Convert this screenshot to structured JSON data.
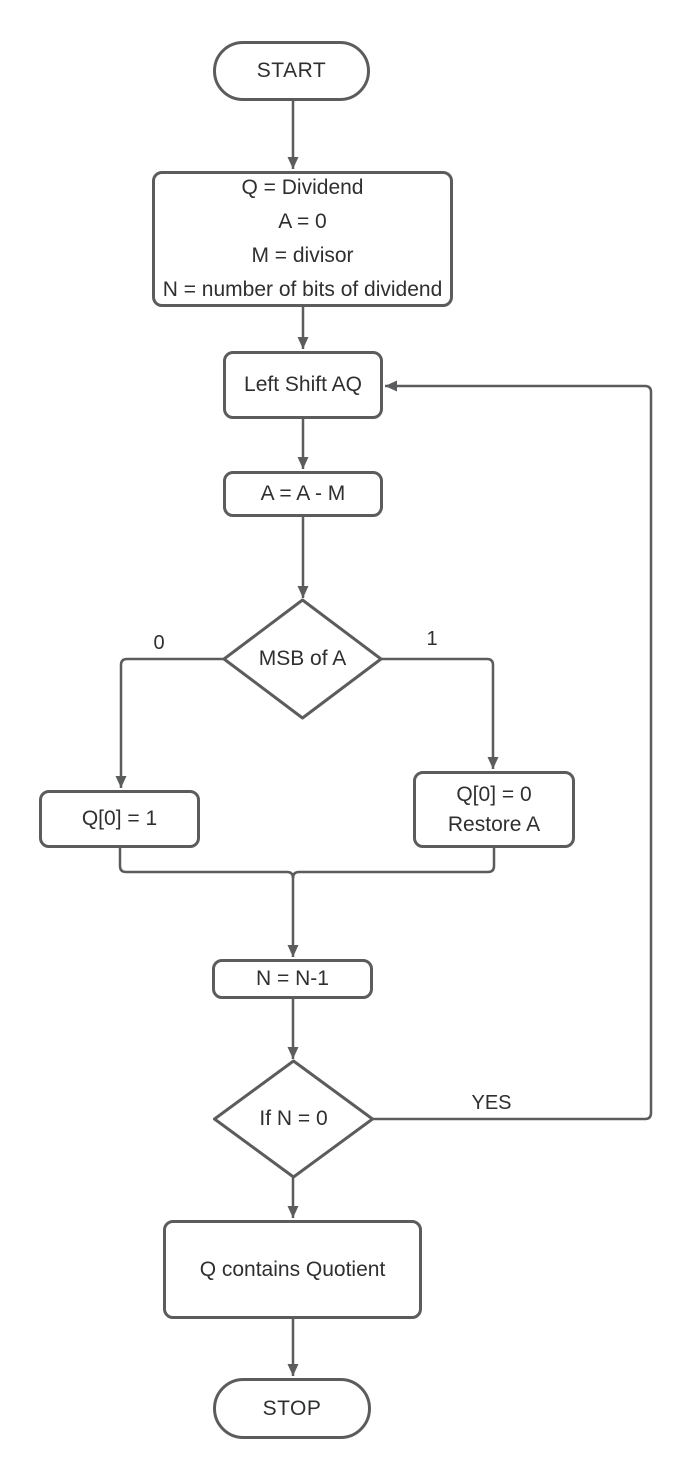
{
  "colors": {
    "stroke": "#5a5c5e",
    "text": "#2e2f31",
    "background": "#ffffff",
    "shape_fill": "#ffffff"
  },
  "nodes": {
    "start": {
      "label": "START",
      "type": "terminator"
    },
    "init": {
      "lines": [
        "Q = Dividend",
        "A = 0",
        "M = divisor",
        "N = number of bits of dividend"
      ],
      "type": "process"
    },
    "left_shift": {
      "label": "Left Shift AQ",
      "type": "process"
    },
    "subtract": {
      "label": "A = A - M",
      "type": "process"
    },
    "msb_check": {
      "label": "MSB of A",
      "type": "decision"
    },
    "set_q1": {
      "label": "Q[0] = 1",
      "type": "process"
    },
    "set_q0_restore": {
      "lines": [
        "Q[0] = 0",
        "Restore A"
      ],
      "type": "process"
    },
    "decrement": {
      "label": "N = N-1",
      "type": "process"
    },
    "n_check": {
      "label": "If N = 0",
      "type": "decision"
    },
    "result": {
      "label": "Q contains Quotient",
      "type": "process"
    },
    "stop": {
      "label": "STOP",
      "type": "terminator"
    }
  },
  "edge_labels": {
    "msb_zero": "0",
    "msb_one": "1",
    "loop_yes": "YES"
  }
}
